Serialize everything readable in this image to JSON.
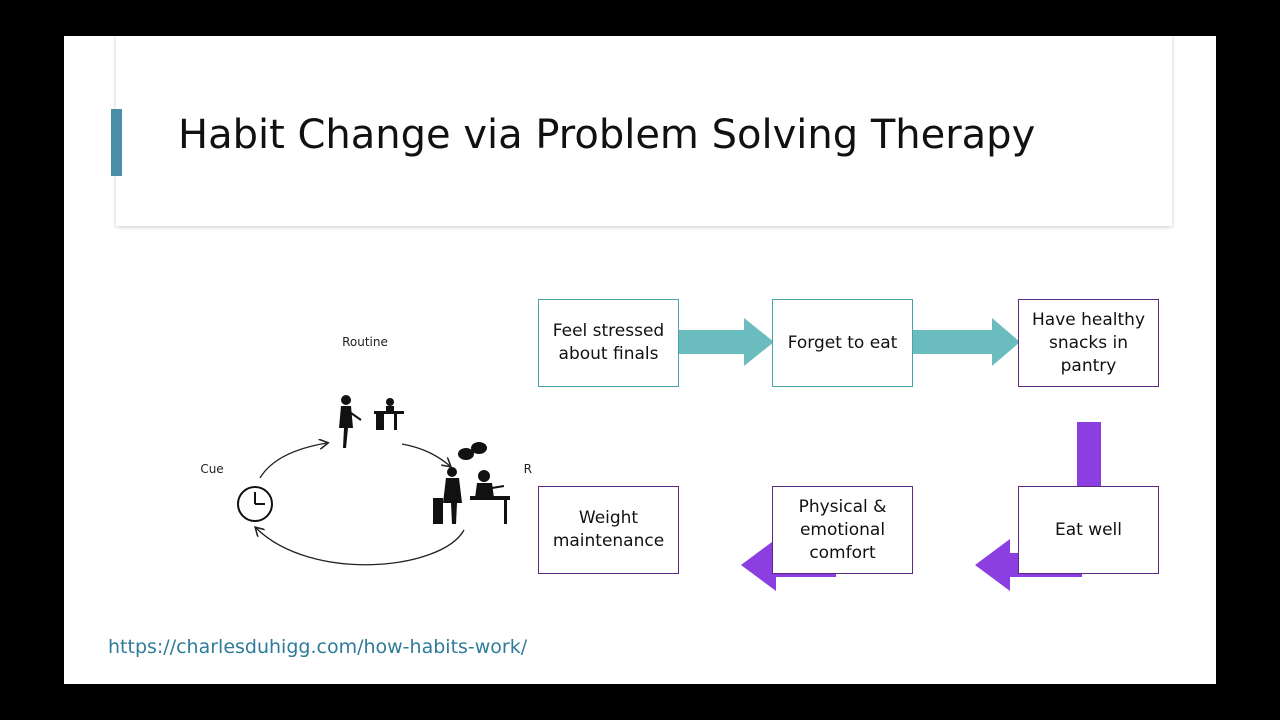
{
  "slide": {
    "title": "Habit Change via Problem Solving Therapy",
    "source_link": "https://charlesduhigg.com/how-habits-work/"
  },
  "habit_loop": {
    "routine_label": "Routine",
    "cue_label": "Cue",
    "reward_label": "Reward"
  },
  "flow": {
    "boxes": [
      "Feel stressed about finals",
      "Forget to eat",
      "Have healthy snacks in pantry",
      "Eat well",
      "Physical & emotional comfort",
      "Weight maintenance"
    ]
  },
  "colors": {
    "accent": "#4a8fa8",
    "teal_arrow": "#6bbcbf",
    "purple_arrow": "#8b3fe0",
    "purple_border": "#5a2a82",
    "link": "#2f7b9a"
  }
}
